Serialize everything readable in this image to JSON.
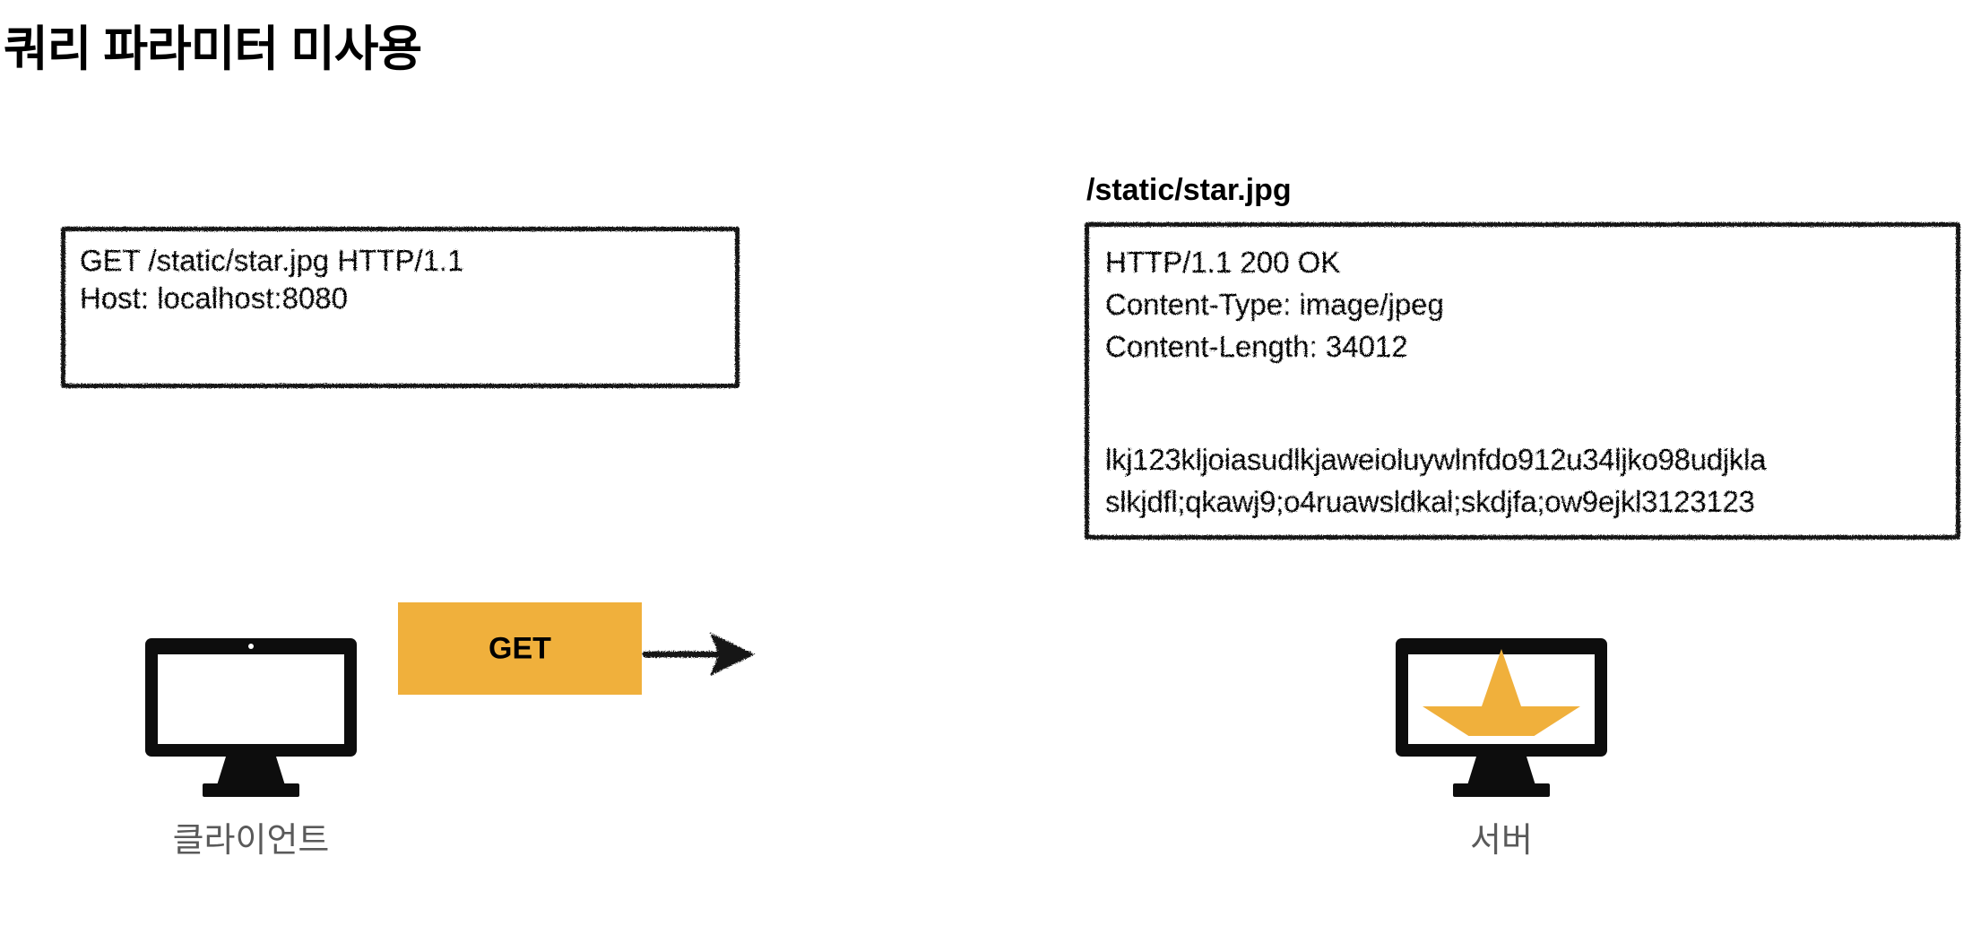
{
  "page": {
    "title": "쿼리 파라미터 미사용",
    "background": "#ffffff"
  },
  "colors": {
    "accent_orange": "#F0B03C",
    "ink_black": "#121212",
    "label_gray": "#5A5A5A"
  },
  "request": {
    "name": "http-request",
    "lines": "GET /static/star.jpg HTTP/1.1\nHost: localhost:8080",
    "line_1": "GET /static/star.jpg HTTP/1.1",
    "line_2": "Host: localhost:8080"
  },
  "response": {
    "name": "http-response",
    "resource_label": "/static/star.jpg",
    "headers": "HTTP/1.1 200 OK\nContent-Type: image/jpeg\nContent-Length: 34012",
    "status_line": "HTTP/1.1 200 OK",
    "content_type": "Content-Type: image/jpeg",
    "content_length": "Content-Length: 34012",
    "body": "lkj123kljoiasudlkjaweioluywlnfdo912u34ljko98udjkla\nslkjdfl;qkawj9;o4ruawsldkal;skdjfa;ow9ejkl3123123",
    "body_line_1": "lkj123kljoiasudlkjaweioluywlnfdo912u34ljko98udjkla",
    "body_line_2": "slkjdfl;qkawj9;o4ruawsldkal;skdjfa;ow9ejkl3123123"
  },
  "flow": {
    "method_chip_label": "GET",
    "arrow_icon": "arrow-right-icon"
  },
  "nodes": {
    "client": {
      "label": "클라이언트",
      "icon": "monitor-icon",
      "screen_content": "blank"
    },
    "server": {
      "label": "서버",
      "icon": "monitor-icon",
      "screen_content": "star-icon"
    }
  }
}
